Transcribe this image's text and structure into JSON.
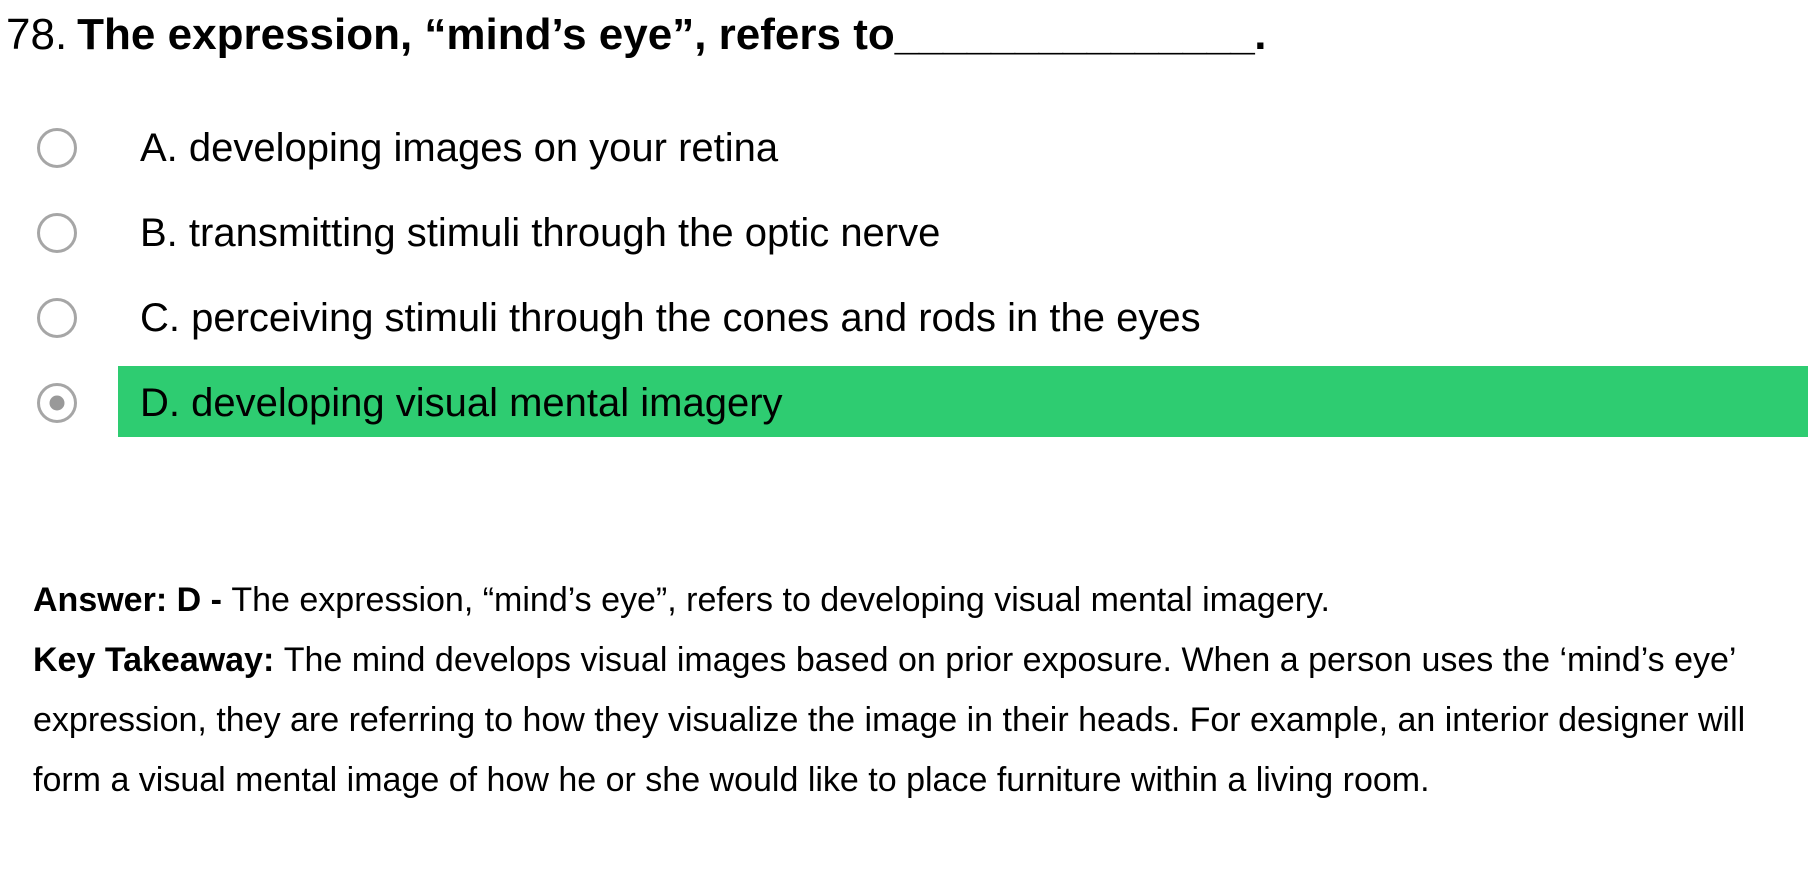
{
  "question": {
    "number": "78.",
    "text": "The expression, “mind’s eye”, refers to",
    "blank": "_______________",
    "terminator": "."
  },
  "options": [
    {
      "id": "A",
      "label": "A. developing images on your retina",
      "selected": false,
      "highlighted": false
    },
    {
      "id": "B",
      "label": "B. transmitting stimuli through the optic nerve",
      "selected": false,
      "highlighted": false
    },
    {
      "id": "C",
      "label": "C. perceiving stimuli through the cones and rods in the eyes",
      "selected": false,
      "highlighted": false
    },
    {
      "id": "D",
      "label": "D. developing visual mental imagery",
      "selected": true,
      "highlighted": true
    }
  ],
  "explanation": {
    "answer_lead": "Answer: D - ",
    "answer_text": "The expression, “mind’s eye”, refers to developing visual mental imagery.",
    "takeaway_lead": "Key Takeaway: ",
    "takeaway_text": "The mind develops visual images based on prior exposure. When a person uses the ‘mind’s eye’ expression, they are referring to how they visualize the image in their heads. For example, an interior designer will form a visual mental image of how he or she would like to place furniture within a living room."
  },
  "colors": {
    "highlight_green": "#2ECC71",
    "radio_border": "#a6a6a6",
    "radio_dot": "#999999",
    "text": "#000000",
    "background": "#ffffff"
  }
}
